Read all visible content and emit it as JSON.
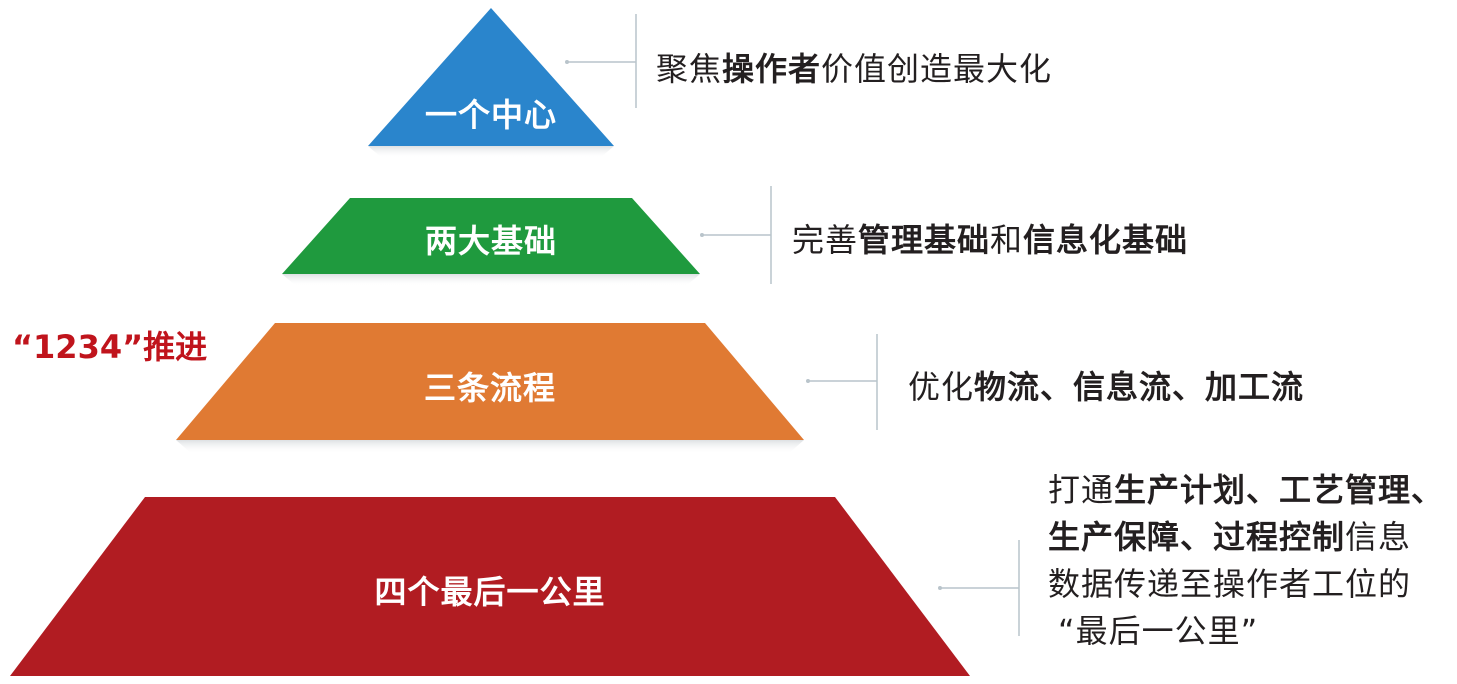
{
  "side_note": "“1234”推进",
  "colors": {
    "tier1": "#2a85cc",
    "tier2": "#1f9a3e",
    "tier3": "#e07a33",
    "tier4": "#b11c22",
    "connector": "#b9c4cb",
    "side_note": "#c0141c"
  },
  "tiers": [
    {
      "label": "一个中心",
      "desc": [
        {
          "text": "聚焦",
          "bold": false
        },
        {
          "text": "操作者",
          "bold": true
        },
        {
          "text": "价值创造最大化",
          "bold": false
        }
      ]
    },
    {
      "label": "两大基础",
      "desc": [
        {
          "text": "完善",
          "bold": false
        },
        {
          "text": "管理基础",
          "bold": true
        },
        {
          "text": "和",
          "bold": false
        },
        {
          "text": "信息化基础",
          "bold": true
        }
      ]
    },
    {
      "label": "三条流程",
      "desc": [
        {
          "text": "优化",
          "bold": false
        },
        {
          "text": "物流、信息流、加工流",
          "bold": true
        }
      ]
    },
    {
      "label": "四个最后一公里",
      "desc_lines": [
        [
          {
            "text": "打通",
            "bold": false
          },
          {
            "text": "生产计划、工艺管理、",
            "bold": true
          }
        ],
        [
          {
            "text": "生产保障、过程控制",
            "bold": true
          },
          {
            "text": "信息",
            "bold": false
          }
        ],
        [
          {
            "text": "数据传递至操作者工位的",
            "bold": false
          }
        ],
        [
          {
            "text": "“最后一公里”",
            "bold": false
          }
        ]
      ]
    }
  ]
}
